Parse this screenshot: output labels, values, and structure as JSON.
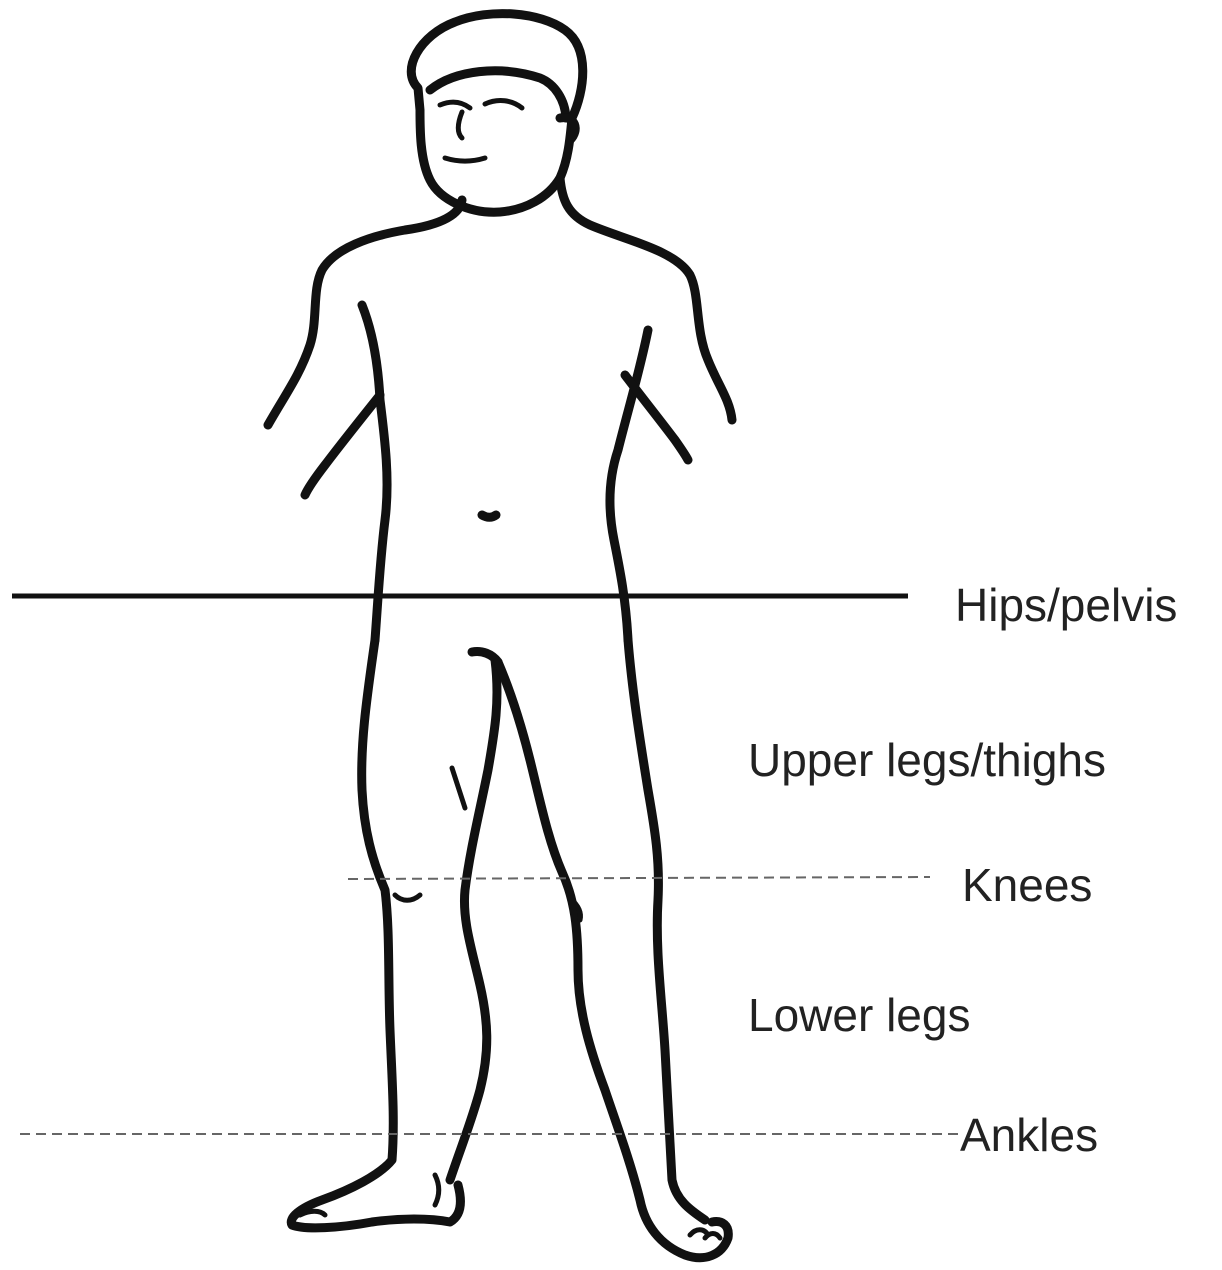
{
  "labels": {
    "hips": "Hips/pelvis",
    "upper_legs": "Upper legs/thighs",
    "knees": "Knees",
    "lower_legs": "Lower legs",
    "ankles": "Ankles"
  },
  "colors": {
    "ink": "#111111",
    "dashed_line": "#666666",
    "text": "#222222"
  }
}
